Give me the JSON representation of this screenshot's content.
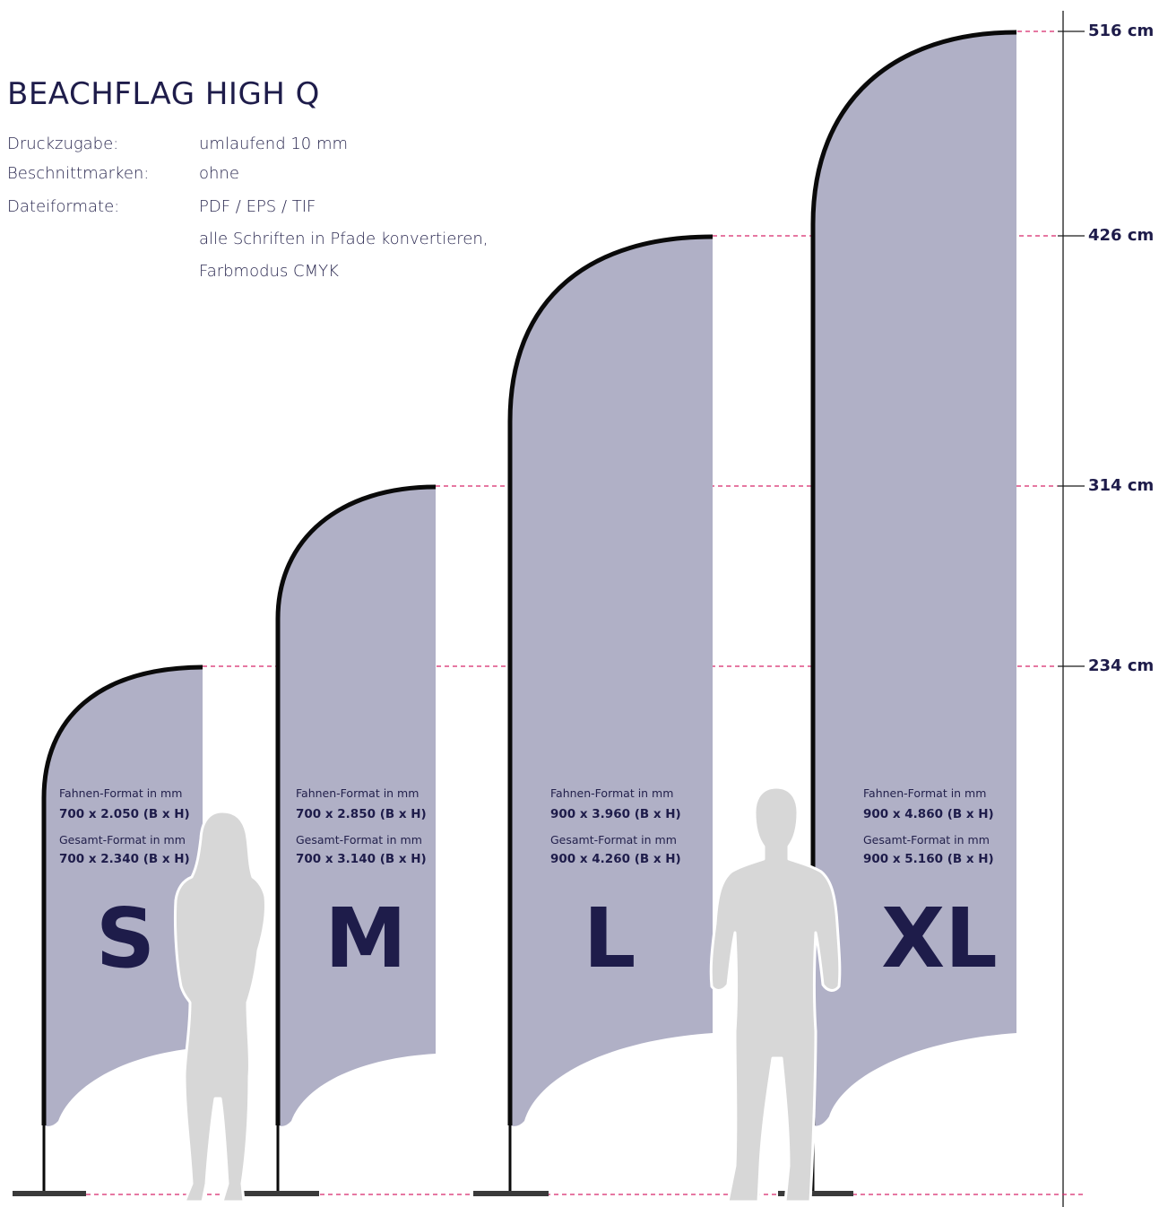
{
  "title": "BEACHFLAG HIGH Q",
  "specs": [
    {
      "label": "Druckzugabe:",
      "value": "umlaufend 10 mm"
    },
    {
      "label": "Beschnittmarken:",
      "value": "ohne"
    },
    {
      "label": "Dateiformate:",
      "value": "PDF / EPS / TIF"
    },
    {
      "label": "",
      "value": "alle Schriften in Pfade konvertieren,"
    },
    {
      "label": "",
      "value": "Farbmodus CMYK"
    }
  ],
  "heights": [
    "516 cm",
    "426 cm",
    "314 cm",
    "234 cm"
  ],
  "flags": [
    {
      "size": "S",
      "flag_label": "Fahnen-Format in mm",
      "flag_value": "700 x 2.050 (B x H)",
      "total_label": "Gesamt-Format in mm",
      "total_value": "700 x 2.340 (B x H)"
    },
    {
      "size": "M",
      "flag_label": "Fahnen-Format in mm",
      "flag_value": "700 x 2.850 (B x H)",
      "total_label": "Gesamt-Format in mm",
      "total_value": "700 x 3.140 (B x H)"
    },
    {
      "size": "L",
      "flag_label": "Fahnen-Format in mm",
      "flag_value": "900 x 3.960 (B x H)",
      "total_label": "Gesamt-Format in mm",
      "total_value": "900 x 4.260 (B x H)"
    },
    {
      "size": "XL",
      "flag_label": "Fahnen-Format in mm",
      "flag_value": "900 x 4.860 (B x H)",
      "total_label": "Gesamt-Format in mm",
      "total_value": "900 x 5.160 (B x H)"
    }
  ],
  "colors": {
    "flag_fill": "#b0b0c6",
    "pole": "#0a0a0a",
    "guide": "#d6286a",
    "text": "#1e1c4a",
    "silhouette": "#d7d7d7"
  }
}
